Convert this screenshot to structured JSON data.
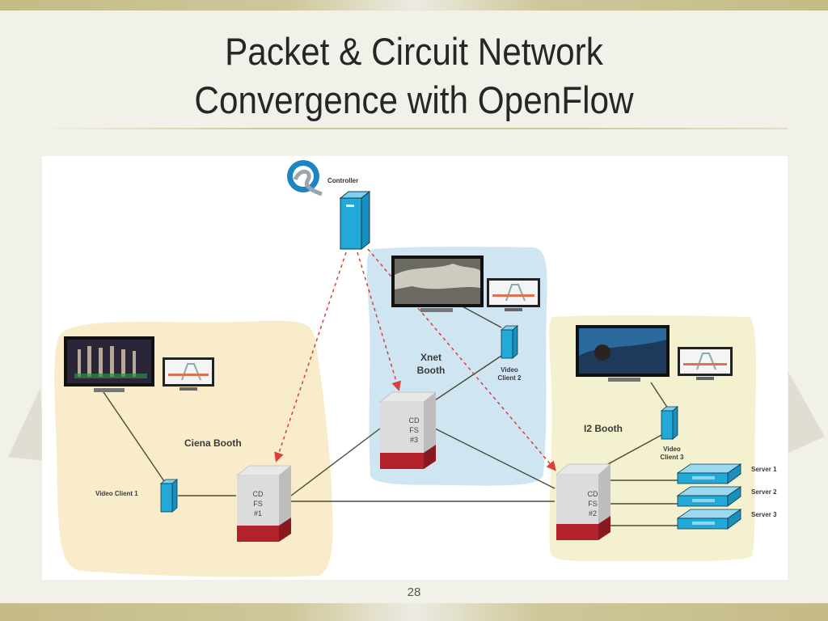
{
  "slide": {
    "title_line1": "Packet & Circuit Network",
    "title_line2": "Convergence with OpenFlow",
    "page_number": "28"
  },
  "diagram": {
    "controller": {
      "label": "Controller",
      "icon": "openflow-logo-icon"
    },
    "booths": [
      {
        "id": "ciena",
        "label": "Ciena Booth",
        "color": "#f9eccb"
      },
      {
        "id": "xnet",
        "label_line1": "Xnet",
        "label_line2": "Booth",
        "color": "#cfe5f1"
      },
      {
        "id": "i2",
        "label": "I2 Booth",
        "color": "#f3f1cf"
      }
    ],
    "switches": [
      {
        "id": "fs1",
        "line1": "CD",
        "line2": "FS",
        "line3": "#1"
      },
      {
        "id": "fs3",
        "line1": "CD",
        "line2": "FS",
        "line3": "#3"
      },
      {
        "id": "fs2",
        "line1": "CD",
        "line2": "FS",
        "line3": "#2"
      }
    ],
    "video_clients": [
      {
        "id": "vc1",
        "label": "Video Client 1"
      },
      {
        "id": "vc2",
        "label_line1": "Video",
        "label_line2": "Client 2"
      },
      {
        "id": "vc3",
        "label_line1": "Video",
        "label_line2": "Client 3"
      }
    ],
    "servers": [
      {
        "id": "s1",
        "label": "Server 1"
      },
      {
        "id": "s2",
        "label": "Server 2"
      },
      {
        "id": "s3",
        "label": "Server 3"
      }
    ],
    "colors": {
      "control_link": "#d9403a",
      "data_link": "#4a4a3a",
      "device_blue": "#22a9d8",
      "switch_red": "#b3222a"
    }
  }
}
